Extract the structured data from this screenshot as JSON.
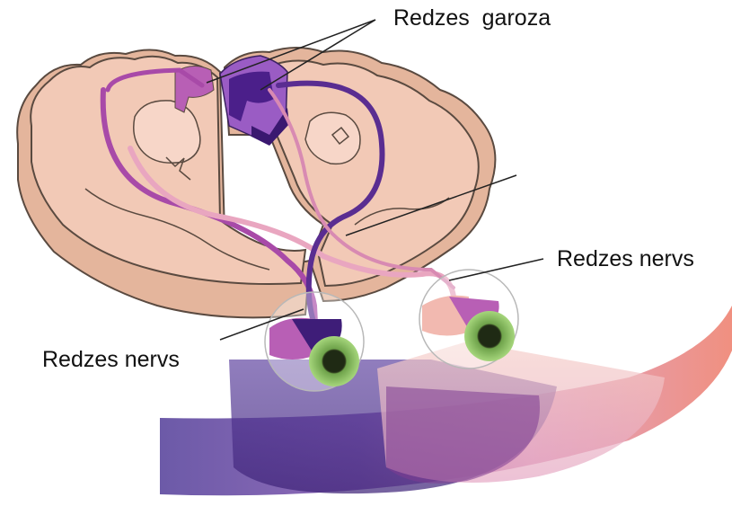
{
  "labels": {
    "visual_cortex": "Redzes  garoza",
    "optic_nerve_right": "Redzes nervs",
    "optic_nerve_left": "Redzes nervs"
  },
  "colors": {
    "brain_fill": "#f2c9b6",
    "brain_side": "#e4b59c",
    "brain_outline": "#5a4a40",
    "inner_fill": "#f7d6c8",
    "pathway_purple": "#5a2d91",
    "pathway_magenta": "#a84aa8",
    "pathway_pink": "#e9a6c0",
    "cortex_dark": "#4b1f8a",
    "cortex_light": "#9a5cc4",
    "field_left": "#6a4fa8",
    "field_right": "#f2b9b0",
    "iris_green": "#8fc46a",
    "pupil": "#1f2a14"
  }
}
